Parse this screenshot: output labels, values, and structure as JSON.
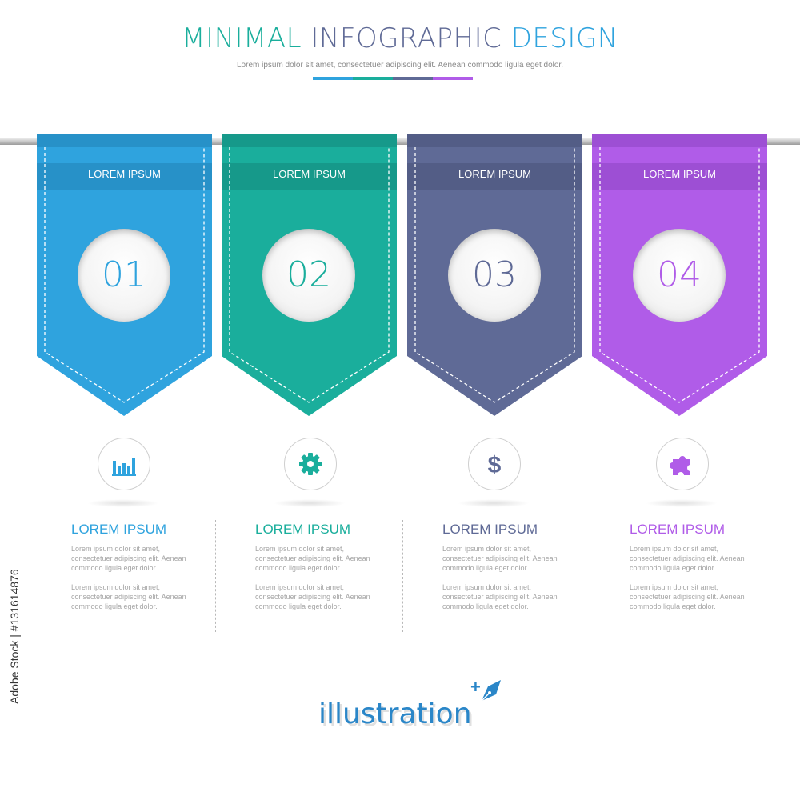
{
  "header": {
    "title_part1": "MINIMAL",
    "title_part2": "INFOGRAPHIC",
    "title_part3": "DESIGN",
    "subtitle": "Lorem ipsum dolor sit amet, consectetuer adipiscing elit. Aenean commodo ligula eget dolor.",
    "bar_colors": [
      "#2fa3de",
      "#1aae9c",
      "#5f6a96",
      "#b05ce8"
    ]
  },
  "banners": [
    {
      "label": "LOREM IPSUM",
      "number": "01",
      "color": "#2fa3de",
      "dark": "#2791c8",
      "icon": "bar-chart-icon"
    },
    {
      "label": "LOREM IPSUM",
      "number": "02",
      "color": "#1aae9c",
      "dark": "#16998a",
      "icon": "gear-icon"
    },
    {
      "label": "LOREM IPSUM",
      "number": "03",
      "color": "#5f6a96",
      "dark": "#535d86",
      "icon": "dollar-icon"
    },
    {
      "label": "LOREM IPSUM",
      "number": "04",
      "color": "#b05ce8",
      "dark": "#9d4fd4",
      "icon": "puzzle-icon"
    }
  ],
  "columns": [
    {
      "heading": "LOREM IPSUM",
      "para1": "Lorem ipsum dolor sit amet, consectetuer adipiscing elit. Aenean commodo ligula eget dolor.",
      "para2": "Lorem ipsum dolor sit amet, consectetuer adipiscing elit. Aenean commodo ligula eget dolor."
    },
    {
      "heading": "LOREM IPSUM",
      "para1": "Lorem ipsum dolor sit amet, consectetuer adipiscing elit. Aenean commodo ligula eget dolor.",
      "para2": "Lorem ipsum dolor sit amet, consectetuer adipiscing elit. Aenean commodo ligula eget dolor."
    },
    {
      "heading": "LOREM IPSUM",
      "para1": "Lorem ipsum dolor sit amet, consectetuer adipiscing elit. Aenean commodo ligula eget dolor.",
      "para2": "Lorem ipsum dolor sit amet, consectetuer adipiscing elit. Aenean commodo ligula eget dolor."
    },
    {
      "heading": "LOREM IPSUM",
      "para1": "Lorem ipsum dolor sit amet, consectetuer adipiscing elit. Aenean commodo ligula eget dolor.",
      "para2": "Lorem ipsum dolor sit amet, consectetuer adipiscing elit. Aenean commodo ligula eget dolor."
    }
  ],
  "footer": {
    "logo_text": "illustration",
    "plus": "+",
    "stock_id": "Adobe Stock | #131614876"
  }
}
